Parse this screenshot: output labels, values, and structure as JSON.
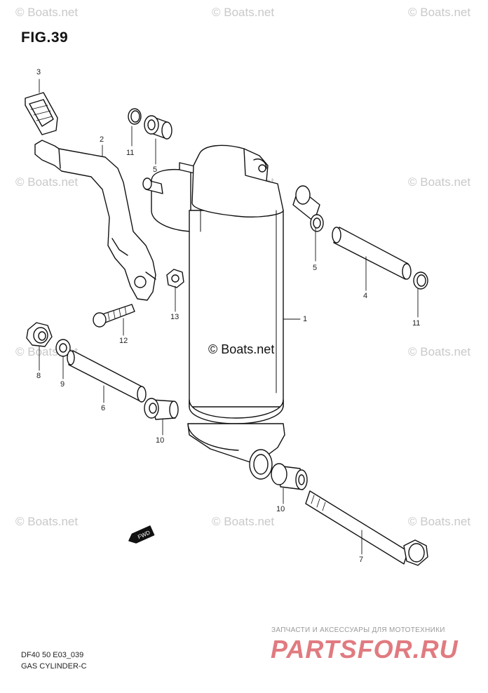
{
  "figure": {
    "title": "FIG.39"
  },
  "watermark": {
    "text": "© Boats.net",
    "copyright": "© Boats.net"
  },
  "fwd_label": "FWD",
  "parts": [
    {
      "number": "1"
    },
    {
      "number": "2"
    },
    {
      "number": "3"
    },
    {
      "number": "4"
    },
    {
      "number": "5"
    },
    {
      "number": "5"
    },
    {
      "number": "6"
    },
    {
      "number": "7"
    },
    {
      "number": "8"
    },
    {
      "number": "9"
    },
    {
      "number": "10"
    },
    {
      "number": "10"
    },
    {
      "number": "11"
    },
    {
      "number": "11"
    },
    {
      "number": "12"
    },
    {
      "number": "13"
    }
  ],
  "footer": {
    "model": "DF40 50 E03_039",
    "name": "GAS CYLINDER-C"
  },
  "promo": {
    "tagline": "ЗАПЧАСТИ И АКСЕССУАРЫ ДЛЯ МОТОТЕХНИКИ",
    "site": "PARTSFOR.RU"
  },
  "colors": {
    "line": "#111111",
    "watermark": "#c9c9c9",
    "promo": "#e07b80"
  }
}
